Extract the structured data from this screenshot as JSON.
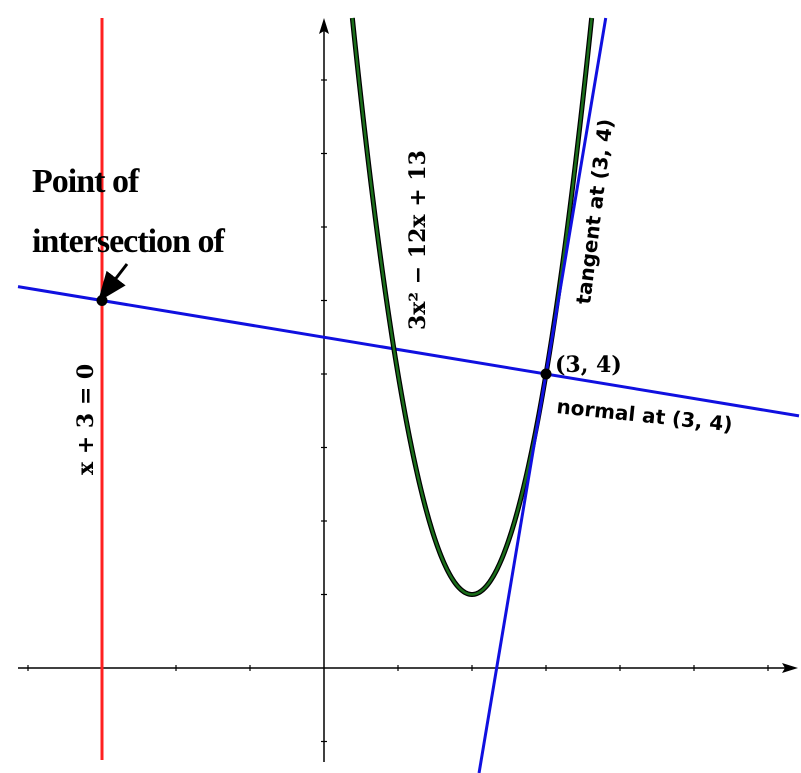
{
  "chart_data": {
    "type": "line",
    "title": "",
    "xlim": [
      -4.3,
      6.0
    ],
    "ylim": [
      -1.0,
      8.8
    ],
    "x_tick_step": 1,
    "y_tick_step": 1,
    "grid": false,
    "colors": {
      "parabola": "#1a6e1a",
      "parabola_outline": "#000000",
      "tangent": "#1010e0",
      "normal": "#1010e0",
      "vertical": "#ff2020",
      "axes": "#000000",
      "points": "#000000"
    },
    "curves": {
      "parabola": {
        "equation": "3x^2 - 12x + 13",
        "a": 3,
        "b": -12,
        "c": 13
      },
      "tangent": {
        "slope": 6,
        "intercept": -14
      },
      "normal": {
        "slope": -0.16667,
        "intercept": 4.5
      },
      "vertical": {
        "x": -3
      }
    },
    "points": [
      {
        "name": "tangency",
        "x": 3,
        "y": 4
      },
      {
        "name": "intersection",
        "x": -3,
        "y": 5
      }
    ]
  },
  "labels": {
    "parabola": "3x² − 12x + 13",
    "tangent": "tangent at (3, 4)",
    "normal": "normal at (3, 4)",
    "point": "(3, 4)",
    "vertical": "x + 3 = 0",
    "annotation_line1": "Point of",
    "annotation_line2": "intersection of"
  }
}
